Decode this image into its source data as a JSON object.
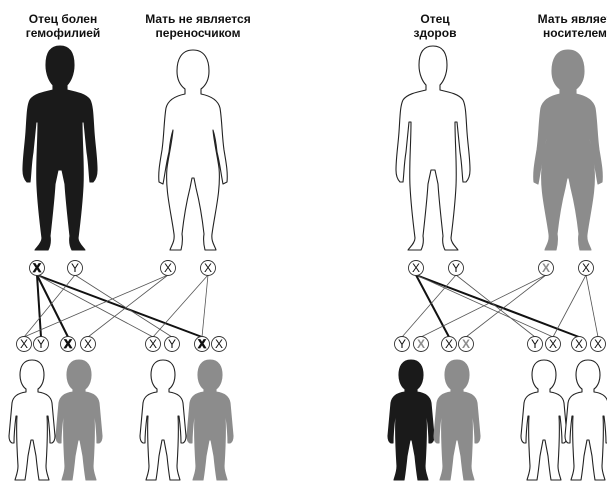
{
  "colors": {
    "affected": "#1a1a1a",
    "carrier": "#8c8c8c",
    "healthy": "#ffffff",
    "line": "#222222"
  },
  "left_family": {
    "father": {
      "label_line1": "Отец болен",
      "label_line2": "гемофилией",
      "status": "affected",
      "chromosomes": [
        "X",
        "Y"
      ],
      "chromosome_status": [
        "affected",
        "normal"
      ]
    },
    "mother": {
      "label_line1": "Мать не является",
      "label_line2": "переносчиком",
      "status": "healthy",
      "chromosomes": [
        "X",
        "X"
      ],
      "chromosome_status": [
        "normal",
        "normal"
      ]
    },
    "children": [
      {
        "chromosomes": [
          "X",
          "Y"
        ],
        "chromosome_status": [
          "normal",
          "normal"
        ],
        "status": "healthy",
        "sex": "boy"
      },
      {
        "chromosomes": [
          "X",
          "X"
        ],
        "chromosome_status": [
          "affected",
          "normal"
        ],
        "status": "carrier",
        "sex": "girl"
      },
      {
        "chromosomes": [
          "X",
          "Y"
        ],
        "chromosome_status": [
          "normal",
          "normal"
        ],
        "status": "healthy",
        "sex": "boy"
      },
      {
        "chromosomes": [
          "X",
          "X"
        ],
        "chromosome_status": [
          "affected",
          "normal"
        ],
        "status": "carrier",
        "sex": "girl"
      }
    ]
  },
  "right_family": {
    "father": {
      "label_line1": "Отец",
      "label_line2": "здоров",
      "status": "healthy",
      "chromosomes": [
        "X",
        "Y"
      ],
      "chromosome_status": [
        "normal",
        "normal"
      ]
    },
    "mother": {
      "label_line1": "Мать являет",
      "label_line2": "носителем",
      "status": "carrier",
      "chromosomes": [
        "X",
        "X"
      ],
      "chromosome_status": [
        "carrier",
        "normal"
      ]
    },
    "children": [
      {
        "chromosomes": [
          "Y",
          "X"
        ],
        "chromosome_status": [
          "normal",
          "carrier"
        ],
        "status": "affected",
        "sex": "boy"
      },
      {
        "chromosomes": [
          "X",
          "X"
        ],
        "chromosome_status": [
          "normal",
          "carrier"
        ],
        "status": "carrier",
        "sex": "girl"
      },
      {
        "chromosomes": [
          "Y",
          "X"
        ],
        "chromosome_status": [
          "normal",
          "normal"
        ],
        "status": "healthy",
        "sex": "boy"
      },
      {
        "chromosomes": [
          "X",
          "X"
        ],
        "chromosome_status": [
          "normal",
          "normal"
        ],
        "status": "healthy",
        "sex": "girl"
      }
    ]
  }
}
